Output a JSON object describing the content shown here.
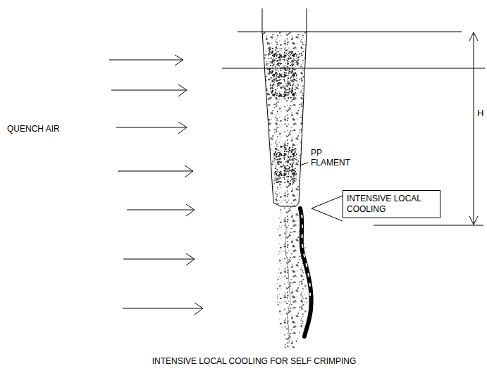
{
  "diagram": {
    "caption": "INTENSIVE LOCAL COOLING FOR SELF CRIMPING",
    "nodes": [
      {
        "text": [
          "INTENSIVE LOCAL COOLING"
        ]
      }
    ],
    "labels": [
      "PP FLAMENT",
      "QUENCH AIR",
      "H"
    ]
  }
}
